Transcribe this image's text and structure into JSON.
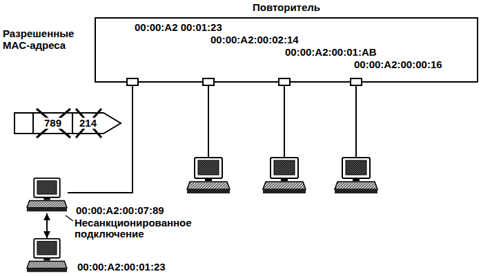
{
  "diagram": {
    "nodes": [
      {
        "text": [
          "Повторитель"
        ]
      },
      {
        "text": [
          "00:00:A2 00:01:23"
        ],
        "in": 0
      },
      {
        "text": [
          "00:00:A2:00:02:14"
        ],
        "in": 0
      },
      {
        "text": [
          "00:00:A2:00:01:AB"
        ],
        "in": 0
      },
      {
        "text": [
          "00:00:A2:00:00:16"
        ],
        "in": 0
      },
      {
        "text": [
          "789",
          "214"
        ]
      },
      {
        "text": [
          "00:00:A2:00:07:89",
          "Несанкционированное подключение"
        ]
      },
      {
        "text": [
          "00:00:A2:00:01:23"
        ]
      }
    ],
    "edges": [
      {
        "from": 1,
        "to": 6,
        "arrow": "none"
      },
      {
        "from": 6,
        "to": 7,
        "arrow": "both"
      }
    ],
    "labels": [
      "Разрешенные MAC-адреса"
    ]
  }
}
